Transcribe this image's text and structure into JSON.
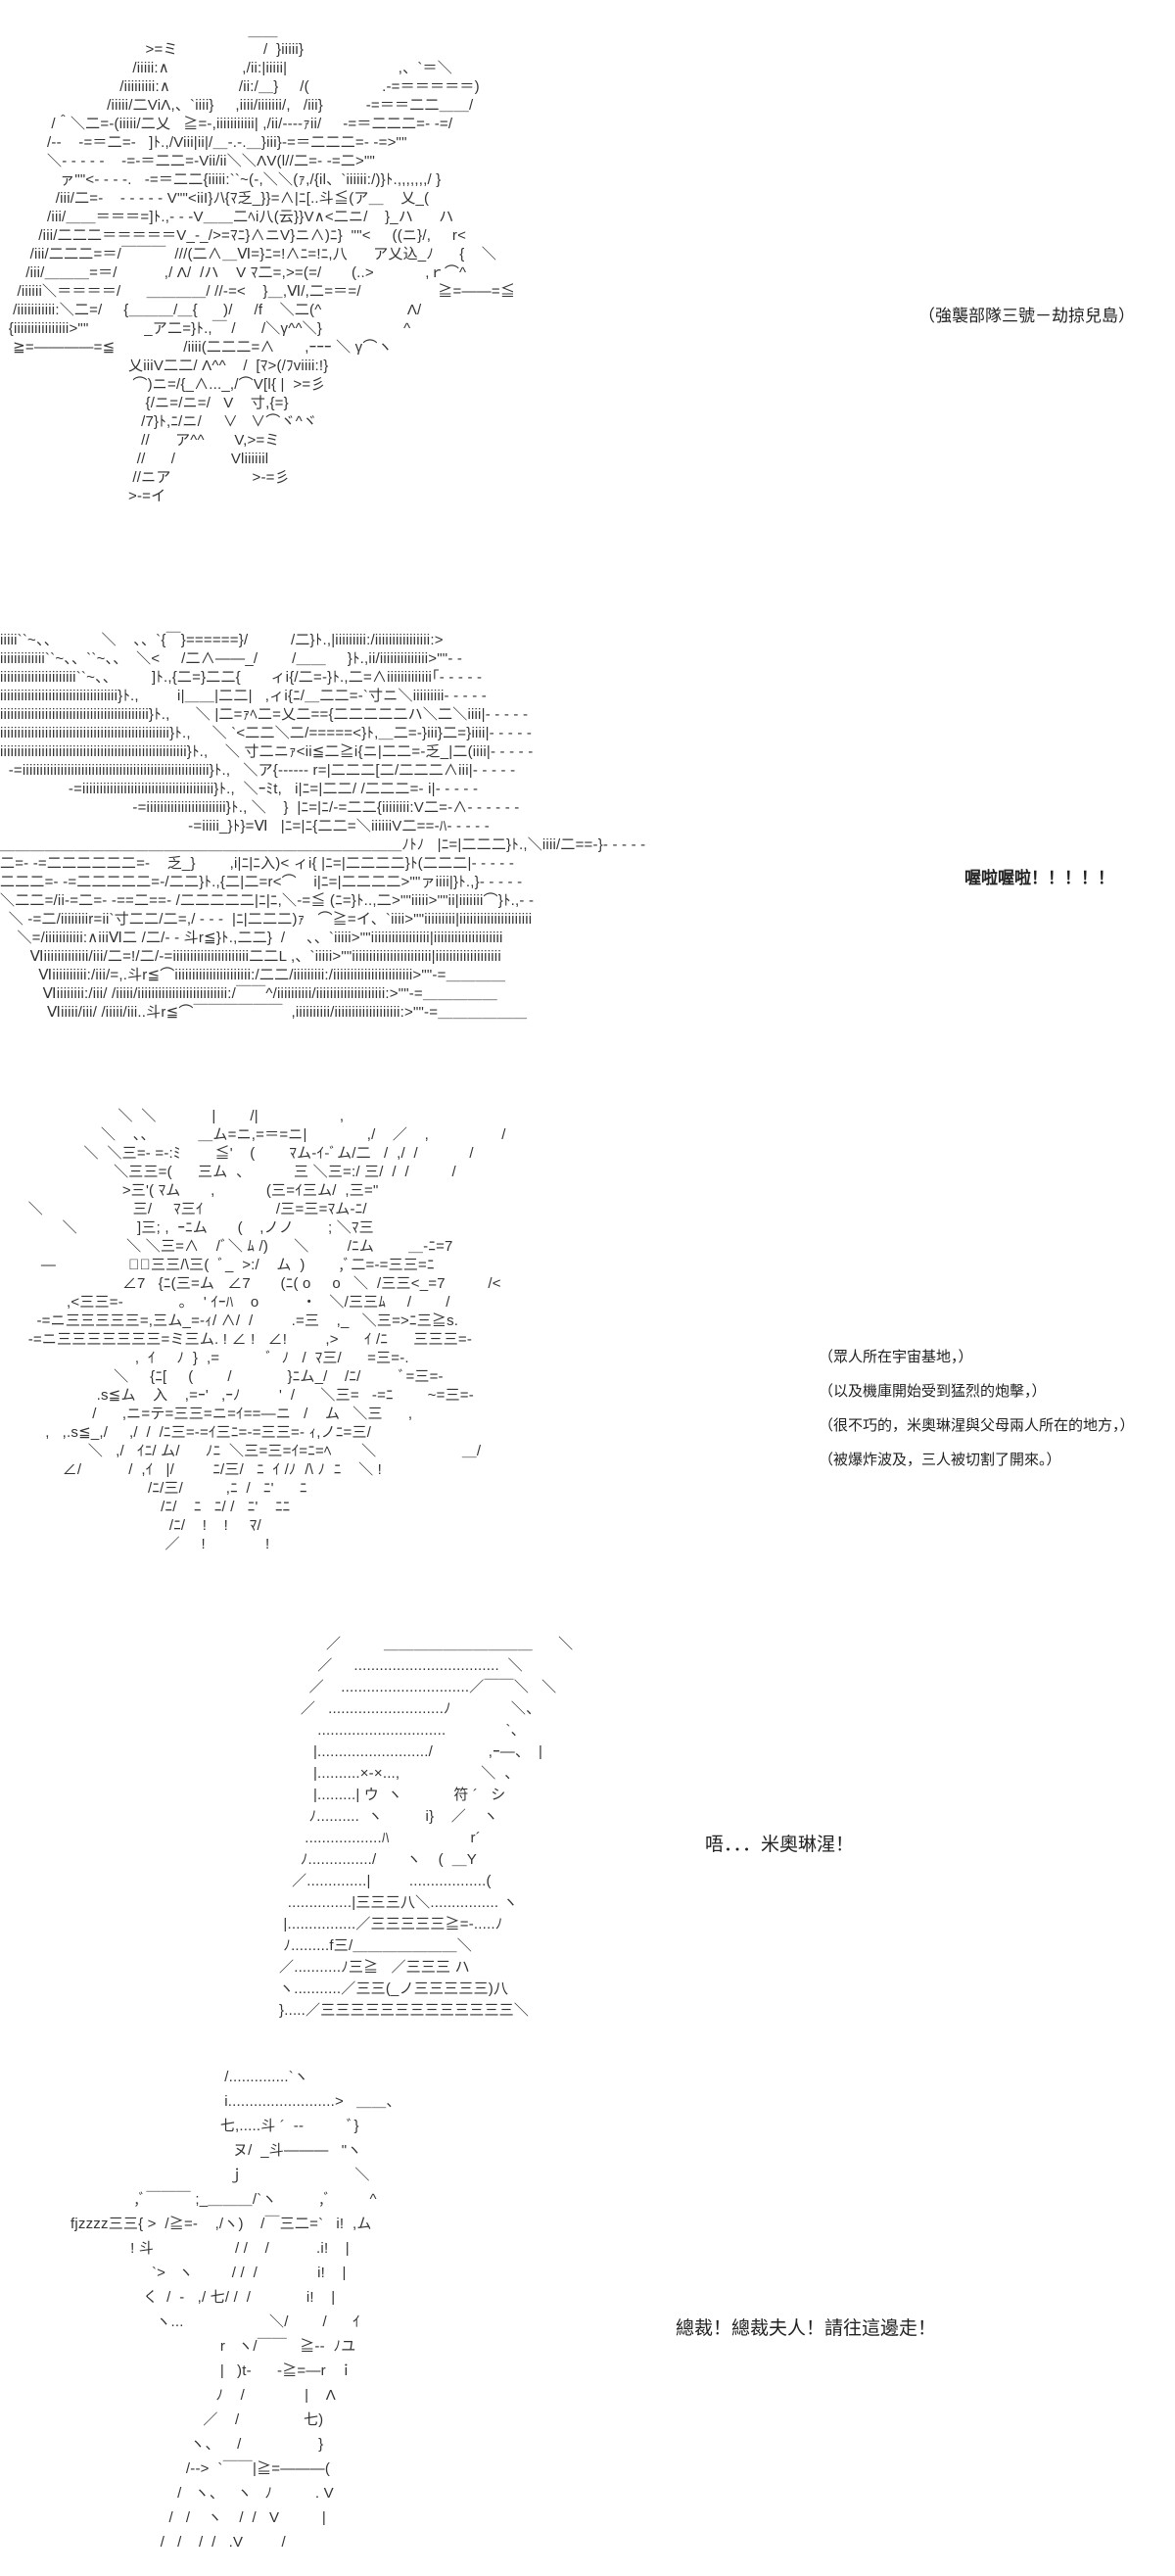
{
  "panels": [
    {
      "caption": "（強襲部隊三號－劫掠兒島）",
      "art": [
        "                                                          ＿＿",
        "                                  >=ミ                    /  }iiiii}",
        "                               /iiiii:∧                 ,/ii:|iiiii|                          ,、`＝＼",
        "                            /iiiiiiiii:∧                /ii:/＿}     /(                 .-=＝＝＝＝＝)",
        "                         /iiiii/二ViΛ,、`iiii}     ,iiii/iiiiiii/,   /iii}          -=＝＝二二＿＿/",
        "            /＾＼二=-(iiiii/二乂   ≧=-,iiiiiiiiiii| ,/ii/----ｧii/     -=＝二二二=- -=/",
        "           /-‐    -=＝二=-   ]ﾄ.,/Viii|ii|/＿-.-.＿}iii}-=＝二二二=- -=>\"\"",
        "           ＼- - - - -    -=-＝二二=-Vii/ii＼＼ΛV(l//二=- -=二>\"\"",
        "              ァ\"\"<- - - -.   -=＝二二{iiiii:``~(-,＼＼(ｧ,/{il、`iiiiii:/)}ﾄ.,,,,,,,/ }",
        "             /iii/二=-    - - - - - V\"\"<iiI}ﾉ\\{ﾏ乏_}}=∧|ﾆ[..斗≦(ア＿    乂_(",
        "           /iii/＿＿＝＝＝=]ﾄ.,- - -V＿＿二ﾍi八(云}}V∧<二ニ/    }_ハ      ハ",
        "         /iii/二二二＝＝＝＝＝V_-_/>=ﾏﾆ}∧ニV}ニ∧)ﾆ}  \"\"<     ((ニ}/,     r<",
        "       /iii/二二二=＝/￣￣￣  ///(二∧＿Ⅵ=}ﾆ=!∧ﾆ=!ﾆ,八      ア乂込_ﾉ      {    ＼",
        "      /iii/＿＿＿=＝/           ,/ Λ/  /ハ    V ﾏ二=,>=(=/       (..>            ,ｒ⌒^",
        "    /iiiiii＼＝＝＝＝/      ＿＿＿＿/ //-=<    }＿,Ⅵ/,二=＝=/                  ≧=――=≦",
        "   /iiiiiiiiiii:＼二=/     {＿＿＿/＿{      )/     /f    ＼二(^                    Λ/",
        "  {iiiiiiiiiiiiiiii>\"\"             _ア二=}ﾄ.,￣ /      /＼γ^^＼}                   ^",
        "   ≧=――――=≦                /iiii(二二二=∧       ,ｰｰｰ ＼ γ⌒ヽ",
        "                              乂iiiV二二/ Λ^^    /  [ﾏ>(/ﾌviiii:!}",
        "                               ⌒)ニ=/{_∧..._,/⌒V[l{ |  >=彡",
        "                                  {/ニ=/ニ=/   V    寸,{=}",
        "                                 /7}ﾄ,ﾆ/ニ/     ∨   ∨⌒ヾ^ヾ",
        "                                 //      ア^^       V,>=ミ",
        "                                //      /             Vliiiiiil",
        "                               //ニア                   >-=彡",
        "                              >-=イ"
      ]
    },
    {
      "caption": "喔啦喔啦！！！！！",
      "art": [
        "iiiii``~、、          ＼    、、`{￣}======}/          /二}ﾄ.,|iiiiiiiii:/iiiiiiiiiiiiiiii:>",
        "iiiiiiiiiiiii``~、、``~、、  ＼<     /二∧――_/        /＿＿     }ﾄ.,ii/iiiiiiiiiiiiii>\"\"- -",
        "iiiiiiiiiiiiiiiiiiiiii``~、、        ]ﾄ.,{二=}二二{       ィi{/二=-}ﾄ.,二=∧iiiiiiiiiiiii｢- - - - -",
        "iiiiiiiiiiiiiiiiiiiiiiiiiiiiiiiiii}ﾄ.,         i|＿＿|二二|   ,ィi{ﾆ/＿二二=-`寸ニ＼iiiiiiiii- - - - -",
        "iiiiiiiiiiiiiiiiiiiiiiiiiiiiiiiiiiiiiiiiiii}ﾄ.,      ＼ |二=ｧﾍ二=乂二=={二二二二二ハ＼二＼iiii|- - - - -",
        "iiiiiiiiiiiiiiiiiiiiiiiiiiiiiiiiiiiiiiiiiiiiiiiii}ﾄ.,     ＼ `<二二＼二/=====<}ﾄ,＿二=-}iii}二=}iiii|- - - - -",
        "iiiiiiiiiiiiiiiiiiiiiiiiiiiiiiiiiiiiiiiiiiiiiiiiiiiiii}ﾄ.,    ＼ 寸二ニｧ<ii≦二≧i{ニ|二二=-乏_|二(iiii|- - - - -",
        "  -=iiiiiiiiiiiiiiiiiiiiiiiiiiiiiiiiiiiiiiiiiiiiiiiiiiiiii}ﾄ.,   ＼ア{------ r=|二二二[二/二二二∧iii|- - - - -",
        "                -=iiiiiiiiiiiiiiiiiiiiiiiiiiiiiiiiiiiiii}ﾄ.,  ＼ｰﾐt,   i|ﾆ=|二二/ /二二二=- i|- - - - -",
        "                               -=iiiiiiiiiiiiiiiiiiiiiii}ﾄ., ＼    }  |ﾆ=|ﾆ/-=二二{iiiiiiii:V二=-∧- - - - - -",
        "                                            -=iiiii_}ﾄ}=Ⅵ   |ﾆ=|ﾆ{二二=＼iiiiiiV二==-ﾊ- - - - -",
        "＿＿＿＿＿＿＿＿＿＿＿＿＿＿＿＿＿＿＿＿＿＿＿＿＿＿＿ﾉﾄﾉ   |ﾆ=|二二二}ﾄ.,＼iiii/二==-}- - - - -",
        "二=- -=二二二二二二=-    乏_}        ,i|ﾆ|ﾆ入)< ィi{ |ﾆ=|二二二二}ﾄ(二二二|- - - - -",
        "二二二=- -=二二二二二=-/二二}ﾄ.,{二|二=r<⌒    i|ﾆ=|二二二二>\"\"ァiiii|}ﾄ.,}- - - - -",
        "＼二二=/ii-=二=- -==二==- /二二二二二|ﾆ|ﾆ,＼-=≦ (ﾆ=}ﾄ..,二>\"\"iiiii>\"\"ii|iiiiiii⌒}ﾄ.,- -",
        "  ＼ -=二/iiiiiiiir=ii`寸二二/二=,/ - - -  |ﾆ|二二二)ｧ   ⌒≧=イ、`iiii>\"\"iiiiiiiii|iiiiiiiiiiiiiiiiiiiii",
        "    ＼=/iiiiiiiiiii:∧iiiⅥ二 /二/- - 斗r≦}ﾄ.,二二}  /     、、`iiiii>\"\"iiiiiiiiiiiiiiiii|iiiiiiiiiiiiiiiiiiii",
        "       Ⅵiiiiiiiiiiiii/iii/二=!/二/-=iiiiiiiiiiiiiiiiiiiiii二二L ,、`iiiii>\"\"iiiiiiiiiiiiiiiiiiiiiii|iiiiiiiiiiiiiiiiiii",
        "         Ⅵiiiiiiiiii:/iii/=,.斗r≦⌒iiiiiiiiiiiiiiiiiiiiii:/二二/iiiiiiiii:/iiiiiiiiiiiiiiiiiiiiiii>\"\"-=＿＿＿＿",
        "          Ⅵiiiiiiii:/iii/ /iiiii/iiiiiiiiiiiiiiiiiiiiiiiiii:/￣￣^/iiiiiiiiii/iiiiiiiiiiiiiiiiiiii:>\"\"-=＿＿＿＿＿",
        "           Ⅵiiiii/iii/ /iiiii/iii..斗r≦⌒￣￣￣￣￣￣  ,iiiiiiiiii/iiiiiiiiiiiiiiiiiii:>\"\"-=＿＿＿＿＿＿"
      ]
    },
    {
      "captions": [
        "（眾人所在宇宙基地，）",
        "（以及機庫開始受到猛烈的炮擊，）",
        "（很不巧的，米奧琳湦與父母兩人所在的地方，）",
        "（被爆炸波及，三人被切割了開來。）"
      ],
      "art": [
        "                       ＼  ＼             |        /|                   ,",
        "                   ＼    、、          ＿ム=ニ,=＝=ニ|              ,/    ／    ,                 /",
        "               ＼  ＼三=- =-:ﾐ        ≦'    (        ﾏム-ｲ-ﾞム/二   /  ,/  /            /",
        "                      ＼三三=(      三ム  、          三 ＼三=:/ 三/  /  /          /",
        "                        >三'( ﾏム       ,            (三=ｲ三ム/  ,三=\"",
        "  ＼                     三/     ﾏ三ｲ                 /三=三=ﾏム-ﾆ/",
        "          ＼              ]三; ,  ｰﾆム       (    ,ノノ        ; ＼ﾏ三",
        "                         ＼ ＼三=∧    /ﾞ＼ ﾑ /)      ＼         /ﾆム        ＿-ﾆ=7",
        "     ―                 ﾞｰ三三/\\三(  ﾞ_  >:/    ム  )        ,ﾞ二=-=三三=ﾆ",
        "                        ∠7   {ﾆ(三=ム   ∠7       (ﾆ( o     o   ＼  /三三<_=7          /<",
        "           ,<三三=-             ｡    ' ｲｰﾊ    o          ・   ＼/三三ﾑ     /        /",
        "    -=ニ三三三三三=,三ム_=-ｨ/ ∧/  /         .=三    ,_   ＼三=>ﾆ三≧s.",
        "  -=ニ三三三三三三三=ミ三ム. ! ∠ !   ∠!         ,>      ｲ /ﾆ      三三三=-",
        "                           ,  ｲ     ﾉ  }  ,=           ﾞ  ﾉ   /  ﾏ三/      =三=-.",
        "                      ＼     {ﾆ[     (        /             }ﾆム_/    /ﾆ/         ﾞ=三=-",
        "                  .s≦ム    入    ,=ｰ'   ,ｰﾉ         '  /      ＼三=   -=ﾆ        ~=三=-",
        "                 /      ,ニ=テ=三三=ニ=ｲ==―ニ   /    ム   ＼三      ,",
        "      ,   ,.s≦_,/     ,/  /  /ﾆ三=-=ｲ三ﾆ=-=三三=- ｨ,ノﾆ=三/",
        "                ＼   ,/   ｲﾆ/ ム/      ﾉﾆ  ＼三=三=ｲ=ﾆ=ﾍ       ＼                    ＿/",
        "          ∠/           /  ,ｲ   |/         ﾆ/三/   ﾆ  ｲ /ﾉ  /\\ ﾉ  ﾆ    ＼ !",
        "                              /ﾆ/三/          ,ﾆ  /   ﾆ'      ﾆ",
        "                                 /ﾆ/    ﾆ   ﾆ/ /   ﾆ'    ﾆﾆ",
        "                                   /ﾆ/    !    !     ﾏ/",
        "                                  ／     !              !"
      ]
    },
    {
      "caption": "唔．．．米奧琳湦！",
      "art": [
        "           ／          ＿＿＿＿＿＿＿＿＿＿      ＼",
        "         ／     ..................................  ＼",
        "       ／    ..............................／￣￣＼   ＼",
        "     ／   ...........................ﾉ              ＼、",
        "         ..............................              `、",
        "        |........................../             ,ｰ―、  |",
        "        |..........×‐×...,                   ＼  、",
        "        |.........| ウ  ヽ            符 ´   シ",
        "       ﾉ..........  ヽ          i}    ／    ヽ",
        "      ..................ﾊ                   r´",
        "     ﾉ.............../       ヽ    (  ＿Y",
        "   ／..............|         ..................(",
        "  ...............|三三三八＼................ ヽ",
        " |................／三三三三三≧=-.....ﾉ",
        " ﾉ.........f三/＿＿＿＿＿＿＿＼",
        "／...........ﾉ三≧   ／三三三 ハ",
        "ヽ...........／三三(_ノ三三三三三)八",
        "}.....／三三三三三三三三三三三三三＼"
      ]
    },
    {
      "caption": "總裁！總裁夫人！請往這邊走！",
      "art": [
        "                                    /..............`ヽ",
        "                                    i.........................>   ＿＿、",
        "                                   七,.....斗 ´  ‐‐          ﾞ}",
        "                                      ヌ/  _斗―――   \"ヽ",
        "                                     ｊ                          ＼",
        "               ,ﾞ￣￣￣ ;_＿＿＿/`ヽ          ,ﾞ         ^",
        "fjzzzz三三{ >  /≧=-    ,/ヽ)    /￣三二=`   i!  ,ム",
        "              ! 斗                   / /    /           .i!    |",
        "                   `>   ヽ         / /  /              i!    |",
        "                 く  /  ‐   ,/ 七/ /  /             i!    |",
        "                    ヽ...                    ＼/        /      ｲ",
        "                                   r   ヽ/￣￣   ≧‐‐  ﾉユ",
        "                                   |   )t‐      ‐≧=―r   ｉ",
        "                                  ﾉ    /              |    Λ",
        "                               ／    /               七)",
        "                            ヽ、    /                  }",
        "                           /‐‐>  `￣￣|≧=―――(",
        "                         /   ヽ、   ヽ   ﾉ          . V",
        "                       /   /    ヽ    /  /   V          |",
        "                     /   /    /  /   .V         /"
      ]
    }
  ]
}
